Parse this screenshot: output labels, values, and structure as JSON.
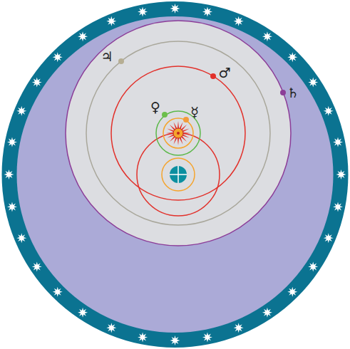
{
  "diagram": {
    "labels": [
      "♃",
      "♂",
      "♀",
      "☿",
      "♄"
    ]
  }
}
